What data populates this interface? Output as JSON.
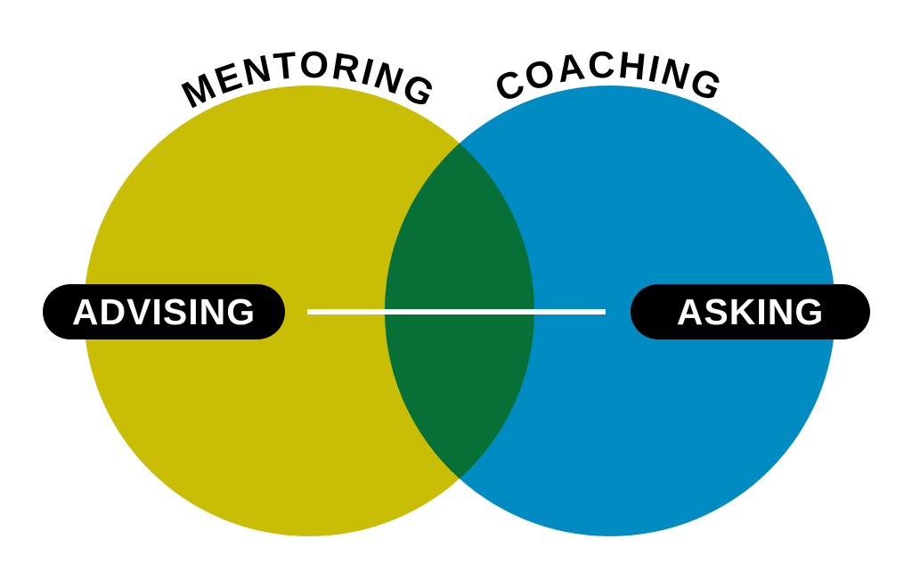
{
  "venn": {
    "left": {
      "label": "MENTORING",
      "term": "ADVISING",
      "color": "#c9bd05"
    },
    "right": {
      "label": "COACHING",
      "term": "ASKING",
      "color": "#008cc3"
    },
    "overlap_color": "#077036",
    "label_color": "#000000",
    "pill_color": "#000000",
    "pill_text_color": "#ffffff",
    "connector_color": "#ffffff",
    "background_color": "#ffffff"
  }
}
